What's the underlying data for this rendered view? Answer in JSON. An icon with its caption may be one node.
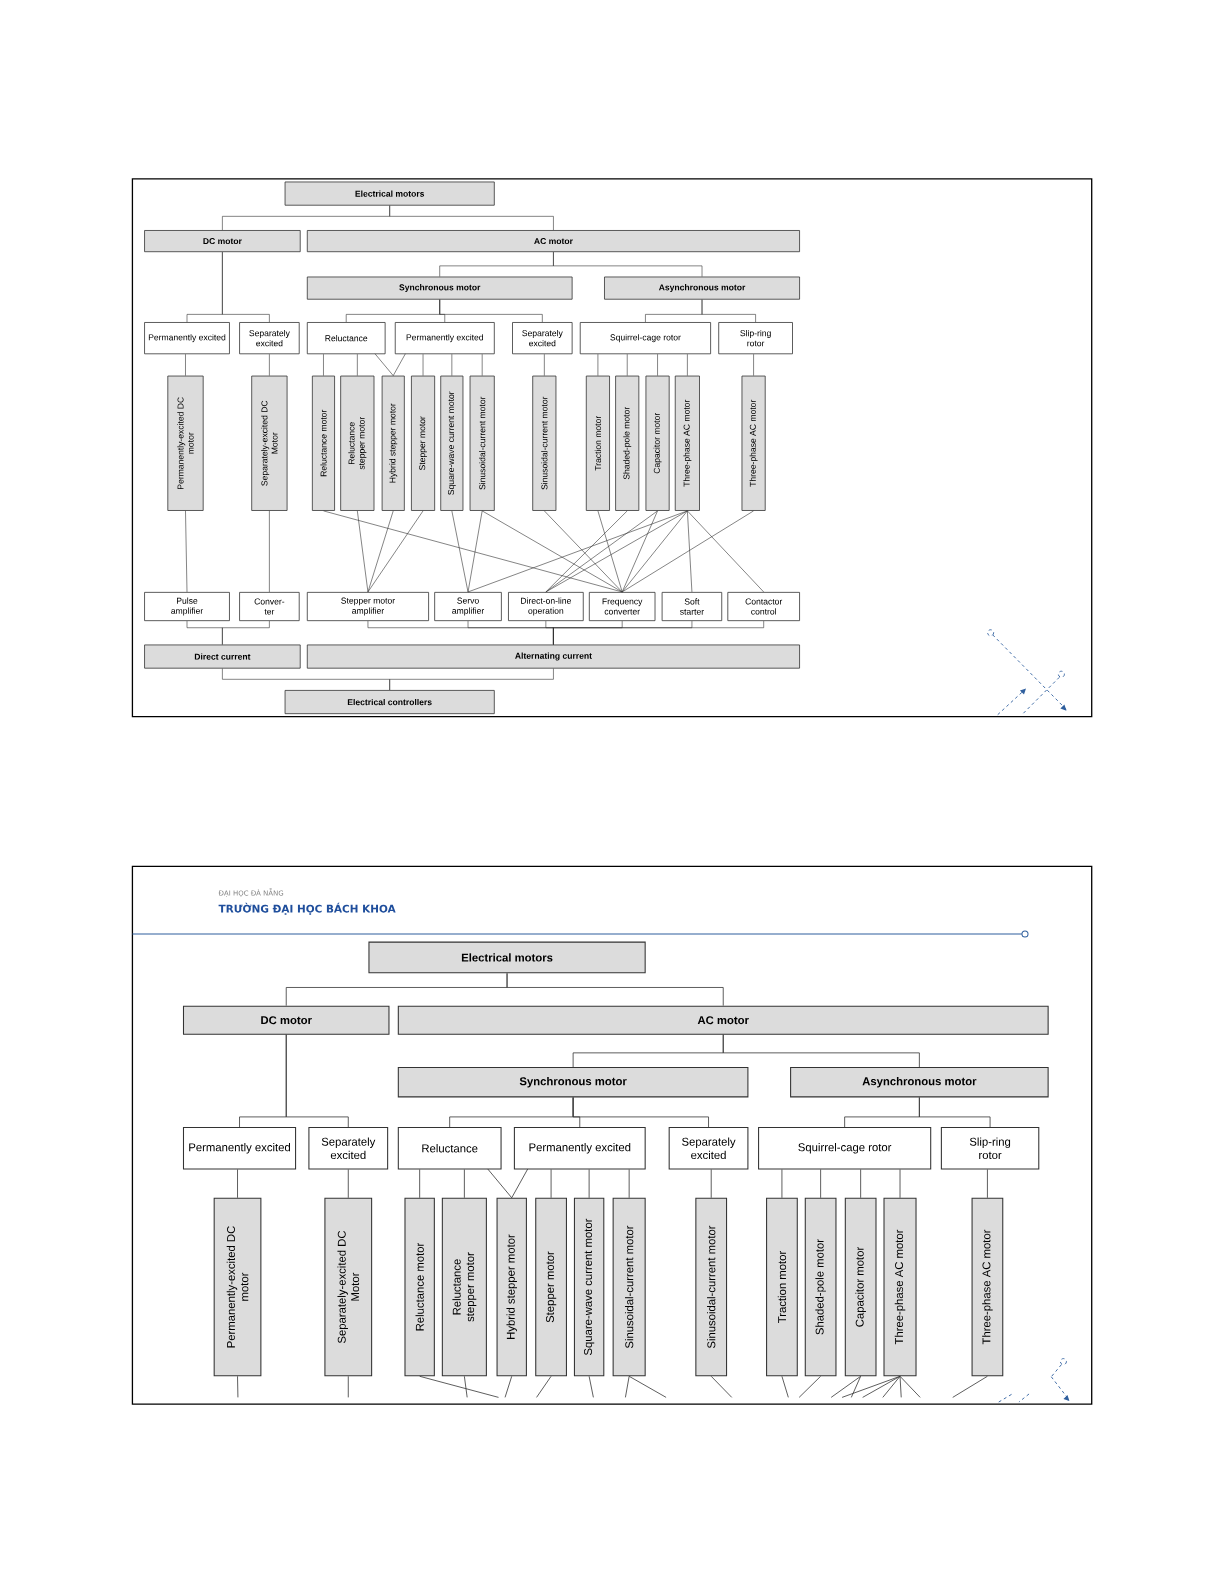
{
  "diagram": {
    "nodes": [
      {
        "text": [
          "Electrical motors"
        ]
      },
      {
        "text": [
          "DC motor"
        ]
      },
      {
        "text": [
          "AC motor"
        ]
      },
      {
        "text": [
          "Synchronous motor"
        ]
      },
      {
        "text": [
          "Asynchronous motor"
        ]
      },
      {
        "text": [
          "Permanently excited"
        ]
      },
      {
        "text": [
          "Separately excited"
        ]
      },
      {
        "text": [
          "Reluctance"
        ]
      },
      {
        "text": [
          "Permanently excited"
        ]
      },
      {
        "text": [
          "Separately excited"
        ]
      },
      {
        "text": [
          "Squirrel-cage rotor"
        ]
      },
      {
        "text": [
          "Slip-ring rotor"
        ]
      },
      {
        "text": [
          "Permanently-excited DC motor"
        ]
      },
      {
        "text": [
          "Separately-excited DC Motor"
        ]
      },
      {
        "text": [
          "Reluctance motor"
        ]
      },
      {
        "text": [
          "Reluctance stepper motor"
        ]
      },
      {
        "text": [
          "Hybrid stepper motor"
        ]
      },
      {
        "text": [
          "Stepper motor"
        ]
      },
      {
        "text": [
          "Square-wave current motor"
        ]
      },
      {
        "text": [
          "Sinusoidal-current motor"
        ]
      },
      {
        "text": [
          "Sinusoidal-current motor"
        ]
      },
      {
        "text": [
          "Traction motor"
        ]
      },
      {
        "text": [
          "Shaded-pole motor"
        ]
      },
      {
        "text": [
          "Capacitor motor"
        ]
      },
      {
        "text": [
          "Three-phase AC motor"
        ]
      },
      {
        "text": [
          "Three-phase AC motor"
        ]
      },
      {
        "text": [
          "Pulse amplifier"
        ]
      },
      {
        "text": [
          "Conver-ter"
        ]
      },
      {
        "text": [
          "Stepper motor amplifier"
        ]
      },
      {
        "text": [
          "Servo amplifier"
        ]
      },
      {
        "text": [
          "Direct-on-line operation"
        ]
      },
      {
        "text": [
          "Frequency converter"
        ]
      },
      {
        "text": [
          "Soft starter"
        ]
      },
      {
        "text": [
          "Contactor control"
        ]
      },
      {
        "text": [
          "Direct current"
        ]
      },
      {
        "text": [
          "Alternating current"
        ]
      },
      {
        "text": [
          "Electrical controllers"
        ]
      },
      {
        "text": [
          "Electrical motors"
        ]
      },
      {
        "text": [
          "DC motor"
        ]
      },
      {
        "text": [
          "AC motor"
        ]
      },
      {
        "text": [
          "Synchronous motor"
        ]
      },
      {
        "text": [
          "Asynchronous motor"
        ]
      },
      {
        "text": [
          "Permanently excited"
        ]
      },
      {
        "text": [
          "Separately excited"
        ]
      },
      {
        "text": [
          "Reluctance"
        ]
      },
      {
        "text": [
          "Permanently excited"
        ]
      },
      {
        "text": [
          "Separately excited"
        ]
      },
      {
        "text": [
          "Squirrel-cage rotor"
        ]
      },
      {
        "text": [
          "Slip-ring rotor"
        ]
      },
      {
        "text": [
          "Permanently-excited DC motor"
        ]
      },
      {
        "text": [
          "Separately-excited DC Motor"
        ]
      },
      {
        "text": [
          "Reluctance motor"
        ]
      },
      {
        "text": [
          "Reluctance stepper motor"
        ]
      },
      {
        "text": [
          "Hybrid stepper motor"
        ]
      },
      {
        "text": [
          "Stepper motor"
        ]
      },
      {
        "text": [
          "Square-wave current motor"
        ]
      },
      {
        "text": [
          "Sinusoidal-current motor"
        ]
      },
      {
        "text": [
          "Sinusoidal-current motor"
        ]
      },
      {
        "text": [
          "Traction motor"
        ]
      },
      {
        "text": [
          "Shaded-pole motor"
        ]
      },
      {
        "text": [
          "Capacitor motor"
        ]
      },
      {
        "text": [
          "Three-phase AC motor"
        ]
      },
      {
        "text": [
          "Three-phase AC motor"
        ]
      }
    ],
    "edges": [
      {
        "from": 0,
        "to": 1,
        "arrow": "none"
      },
      {
        "from": 0,
        "to": 2,
        "arrow": "none"
      },
      {
        "from": 2,
        "to": 3,
        "arrow": "none"
      },
      {
        "from": 2,
        "to": 4,
        "arrow": "none"
      },
      {
        "from": 1,
        "to": 5,
        "arrow": "none"
      },
      {
        "from": 1,
        "to": 6,
        "arrow": "none"
      },
      {
        "from": 3,
        "to": 7,
        "arrow": "none"
      },
      {
        "from": 3,
        "to": 8,
        "arrow": "none"
      },
      {
        "from": 3,
        "to": 9,
        "arrow": "none"
      },
      {
        "from": 4,
        "to": 10,
        "arrow": "none"
      },
      {
        "from": 4,
        "to": 11,
        "arrow": "none"
      },
      {
        "from": 7,
        "to": 14,
        "arrow": "none"
      },
      {
        "from": 7,
        "to": 15,
        "arrow": "none"
      },
      {
        "from": 7,
        "to": 16,
        "arrow": "none"
      },
      {
        "from": 8,
        "to": 16,
        "arrow": "none"
      },
      {
        "from": 8,
        "to": 17,
        "arrow": "none"
      },
      {
        "from": 8,
        "to": 18,
        "arrow": "none"
      },
      {
        "from": 8,
        "to": 19,
        "arrow": "none"
      },
      {
        "from": 9,
        "to": 20,
        "arrow": "none"
      },
      {
        "from": 10,
        "to": 21,
        "arrow": "none"
      },
      {
        "from": 10,
        "to": 22,
        "arrow": "none"
      },
      {
        "from": 10,
        "to": 23,
        "arrow": "none"
      },
      {
        "from": 10,
        "to": 24,
        "arrow": "none"
      },
      {
        "from": 11,
        "to": 25,
        "arrow": "none"
      },
      {
        "from": 5,
        "to": 12,
        "arrow": "none"
      },
      {
        "from": 6,
        "to": 13,
        "arrow": "none"
      },
      {
        "from": 12,
        "to": 26,
        "arrow": "none"
      },
      {
        "from": 13,
        "to": 27,
        "arrow": "none"
      },
      {
        "from": 14,
        "to": 31,
        "arrow": "none"
      },
      {
        "from": 15,
        "to": 28,
        "arrow": "none"
      },
      {
        "from": 16,
        "to": 28,
        "arrow": "none"
      },
      {
        "from": 17,
        "to": 28,
        "arrow": "none"
      },
      {
        "from": 18,
        "to": 29,
        "arrow": "none"
      },
      {
        "from": 19,
        "to": 29,
        "arrow": "none"
      },
      {
        "from": 19,
        "to": 31,
        "arrow": "none"
      },
      {
        "from": 20,
        "to": 31,
        "arrow": "none"
      },
      {
        "from": 21,
        "to": 31,
        "arrow": "none"
      },
      {
        "from": 22,
        "to": 30,
        "arrow": "none"
      },
      {
        "from": 23,
        "to": 30,
        "arrow": "none"
      },
      {
        "from": 23,
        "to": 31,
        "arrow": "none"
      },
      {
        "from": 24,
        "to": 29,
        "arrow": "none"
      },
      {
        "from": 24,
        "to": 30,
        "arrow": "none"
      },
      {
        "from": 24,
        "to": 31,
        "arrow": "none"
      },
      {
        "from": 24,
        "to": 32,
        "arrow": "none"
      },
      {
        "from": 24,
        "to": 33,
        "arrow": "none"
      },
      {
        "from": 25,
        "to": 31,
        "arrow": "none"
      },
      {
        "from": 26,
        "to": 34,
        "arrow": "none"
      },
      {
        "from": 27,
        "to": 34,
        "arrow": "none"
      },
      {
        "from": 28,
        "to": 35,
        "arrow": "none"
      },
      {
        "from": 29,
        "to": 35,
        "arrow": "none"
      },
      {
        "from": 30,
        "to": 35,
        "arrow": "none"
      },
      {
        "from": 31,
        "to": 35,
        "arrow": "none"
      },
      {
        "from": 32,
        "to": 35,
        "arrow": "none"
      },
      {
        "from": 33,
        "to": 35,
        "arrow": "none"
      },
      {
        "from": 34,
        "to": 36,
        "arrow": "none"
      },
      {
        "from": 35,
        "to": 36,
        "arrow": "none"
      },
      {
        "from": 37,
        "to": 38,
        "arrow": "none"
      },
      {
        "from": 37,
        "to": 39,
        "arrow": "none"
      },
      {
        "from": 39,
        "to": 40,
        "arrow": "none"
      },
      {
        "from": 39,
        "to": 41,
        "arrow": "none"
      },
      {
        "from": 38,
        "to": 42,
        "arrow": "none"
      },
      {
        "from": 38,
        "to": 43,
        "arrow": "none"
      },
      {
        "from": 40,
        "to": 44,
        "arrow": "none"
      },
      {
        "from": 40,
        "to": 45,
        "arrow": "none"
      },
      {
        "from": 40,
        "to": 46,
        "arrow": "none"
      },
      {
        "from": 41,
        "to": 47,
        "arrow": "none"
      },
      {
        "from": 41,
        "to": 48,
        "arrow": "none"
      },
      {
        "from": 44,
        "to": 51,
        "arrow": "none"
      },
      {
        "from": 44,
        "to": 52,
        "arrow": "none"
      },
      {
        "from": 44,
        "to": 53,
        "arrow": "none"
      },
      {
        "from": 45,
        "to": 53,
        "arrow": "none"
      },
      {
        "from": 45,
        "to": 54,
        "arrow": "none"
      },
      {
        "from": 45,
        "to": 55,
        "arrow": "none"
      },
      {
        "from": 45,
        "to": 56,
        "arrow": "none"
      },
      {
        "from": 46,
        "to": 57,
        "arrow": "none"
      },
      {
        "from": 47,
        "to": 58,
        "arrow": "none"
      },
      {
        "from": 47,
        "to": 59,
        "arrow": "none"
      },
      {
        "from": 47,
        "to": 60,
        "arrow": "none"
      },
      {
        "from": 47,
        "to": 61,
        "arrow": "none"
      },
      {
        "from": 48,
        "to": 62,
        "arrow": "none"
      },
      {
        "from": 42,
        "to": 49,
        "arrow": "none"
      },
      {
        "from": 43,
        "to": 50,
        "arrow": "none"
      },
      {
        "from": 49,
        "to": null,
        "arrow": "none"
      },
      {
        "from": 50,
        "to": null,
        "arrow": "none"
      },
      {
        "from": 51,
        "to": null,
        "arrow": "none"
      },
      {
        "from": 52,
        "to": null,
        "arrow": "none"
      },
      {
        "from": 53,
        "to": null,
        "arrow": "none"
      },
      {
        "from": 54,
        "to": null,
        "arrow": "none"
      },
      {
        "from": 55,
        "to": null,
        "arrow": "none"
      },
      {
        "from": 56,
        "to": null,
        "arrow": "none"
      },
      {
        "from": 56,
        "to": null,
        "arrow": "none"
      },
      {
        "from": 57,
        "to": null,
        "arrow": "none"
      },
      {
        "from": 58,
        "to": null,
        "arrow": "none"
      },
      {
        "from": 59,
        "to": null,
        "arrow": "none"
      },
      {
        "from": 60,
        "to": null,
        "arrow": "none"
      },
      {
        "from": 60,
        "to": null,
        "arrow": "none"
      },
      {
        "from": 61,
        "to": null,
        "arrow": "none"
      },
      {
        "from": 61,
        "to": null,
        "arrow": "none"
      },
      {
        "from": 61,
        "to": null,
        "arrow": "none"
      },
      {
        "from": 61,
        "to": null,
        "arrow": "none"
      },
      {
        "from": 61,
        "to": null,
        "arrow": "none"
      },
      {
        "from": 62,
        "to": null,
        "arrow": "none"
      }
    ],
    "labels": [
      "ĐẠI HỌC ĐÀ NẴNG",
      "TRƯỜNG ĐẠI HỌC BÁCH KHOA"
    ]
  }
}
